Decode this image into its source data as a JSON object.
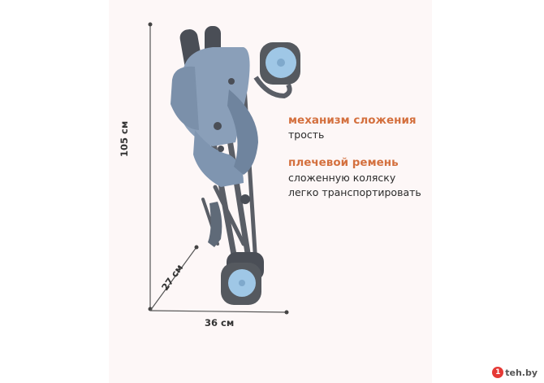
{
  "features": [
    {
      "title": "механизм сложения",
      "body": [
        "трость"
      ]
    },
    {
      "title": "плечевой ремень",
      "body": [
        "сложенную коляску",
        "легко транспортировать"
      ]
    }
  ],
  "dimensions": {
    "height": "105 см",
    "depth": "27 см",
    "width": "36 см"
  },
  "watermark": {
    "badge": "1",
    "text": "teh.by"
  },
  "colors": {
    "accent": "#d4703e",
    "stroller_fabric": "#7f95b0",
    "frame": "#5a5e66",
    "wheel_hub": "#9fc7e6"
  }
}
